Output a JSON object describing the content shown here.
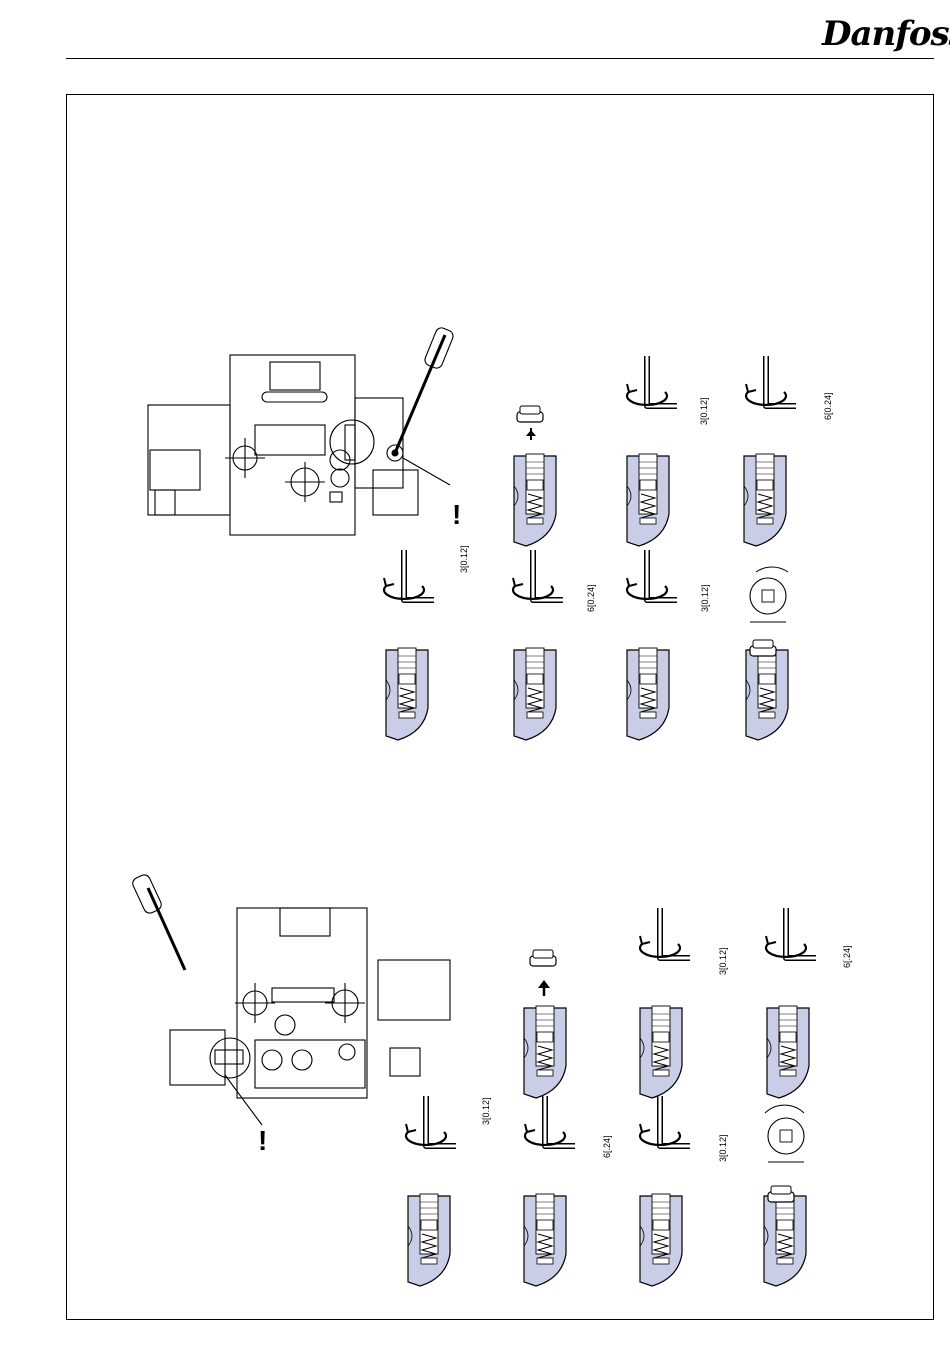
{
  "header": {
    "logo_text": "Danfoss",
    "rule_color": "#000000"
  },
  "colors": {
    "cartridge_fill": "#c9cde6",
    "line": "#000000",
    "paper": "#ffffff"
  },
  "figure_top": {
    "warning_mark": "!",
    "dims": {
      "d1": "3[0.12]",
      "d2": "6[0.24]",
      "d3": "3[0.12]",
      "d4": "6[0.24]",
      "d5": "3[0.12]"
    }
  },
  "figure_bottom": {
    "warning_mark": "!",
    "dims": {
      "d1": "3[0.12]",
      "d2": "6[.24]",
      "d3": "3[0.12]",
      "d4": "6[.24]",
      "d5": "3[0.12]"
    }
  }
}
